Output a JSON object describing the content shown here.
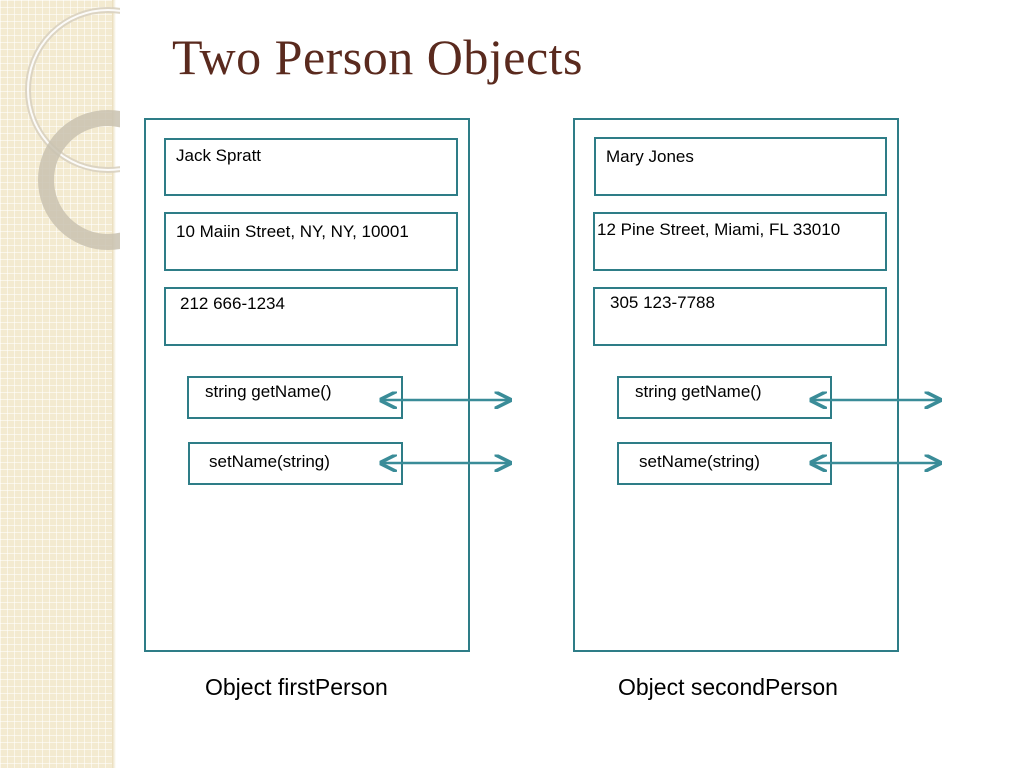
{
  "slide": {
    "title": "Two Person Objects",
    "accent_color": "#2e7d87",
    "title_color": "#5a2a1e"
  },
  "objects": [
    {
      "fields": [
        "Jack Spratt",
        "10 Maiin Street, NY, NY, 10001",
        "212 666-1234"
      ],
      "methods": [
        "string getName()",
        "setName(string)"
      ],
      "caption": "Object firstPerson"
    },
    {
      "fields": [
        "Mary Jones",
        "12 Pine Street, Miami, FL 33010",
        "305 123-7788"
      ],
      "methods": [
        "string getName()",
        "setName(string)"
      ],
      "caption": "Object secondPerson"
    }
  ]
}
